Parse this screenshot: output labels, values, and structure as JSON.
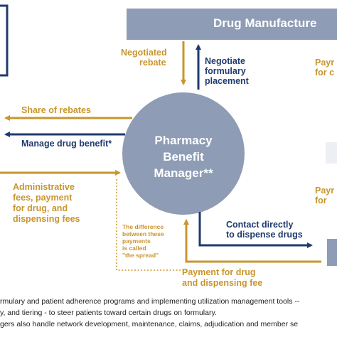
{
  "nodes": {
    "drug_manufacturer": "Drug Manufacture",
    "pbm_line1": "Pharmacy",
    "pbm_line2": "Benefit",
    "pbm_line3": "Manager**"
  },
  "flows": {
    "negotiated_rebate_line1": "Negotiated",
    "negotiated_rebate_line2": "rebate",
    "negotiate_formulary_line1": "Negotiate",
    "negotiate_formulary_line2": "formulary",
    "negotiate_formulary_line3": "placement",
    "share_of_rebates": "Share of rebates",
    "manage_drug_benefit": "Manage drug benefit*",
    "admin_fees_line1": "Administrative",
    "admin_fees_line2": "fees, payment",
    "admin_fees_line3": "for drug, and",
    "admin_fees_line4": "dispensing fees",
    "contact_pharmacies_line1": "Contact directly",
    "contact_pharmacies_line2": "to dispense drugs",
    "payment_pharmacy_line1": "Payment for drug",
    "payment_pharmacy_line2": "and dispensing fee",
    "right_top_line1": "Payr",
    "right_top_line2": "for c",
    "right_mid_line1": "Payr",
    "right_mid_line2": "for"
  },
  "spread_note": {
    "line1": "The difference",
    "line2": "between these",
    "line3": "payments",
    "line4": "is called",
    "line5": "\"the spread\""
  },
  "footnotes": {
    "line1": "rmulary and patient adherence programs and implementing utilization management tools --",
    "line2": "y, and tiering - to steer patients toward certain drugs on formulary.",
    "line3": "gers also handle network development, maintenance, claims, adjudication and member se"
  },
  "colors": {
    "gold": "#c9952e",
    "navy": "#1f3a6e",
    "box_fill": "#8e9cb5",
    "circle_fill": "#8e9cb5"
  }
}
